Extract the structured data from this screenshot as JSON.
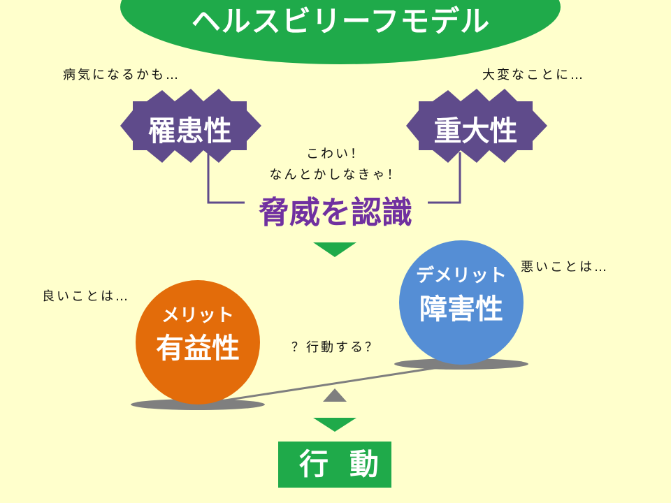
{
  "title": "ヘルスビリーフモデル",
  "susceptibility": {
    "note": "病気になるかも…",
    "label": "罹患性"
  },
  "severity": {
    "note": "大変なことに…",
    "label": "重大性"
  },
  "threat": {
    "note_line1": "こわい！",
    "note_line2": "なんとかしなきゃ！",
    "label": "脅威を認識"
  },
  "benefit": {
    "note": "良いことは…",
    "label_top": "メリット",
    "label_main": "有益性"
  },
  "barrier": {
    "note": "悪いことは…",
    "label_top": "デメリット",
    "label_main": "障害性"
  },
  "balance_question": "？行動する？",
  "action": "行動",
  "colors": {
    "title_green": "#1FAA4A",
    "star_purple": "#5F4B8B",
    "threat_text": "#7030A0",
    "benefit_orange": "#E36C0A",
    "barrier_blue": "#558ED5",
    "background": "#FFFFCC"
  }
}
